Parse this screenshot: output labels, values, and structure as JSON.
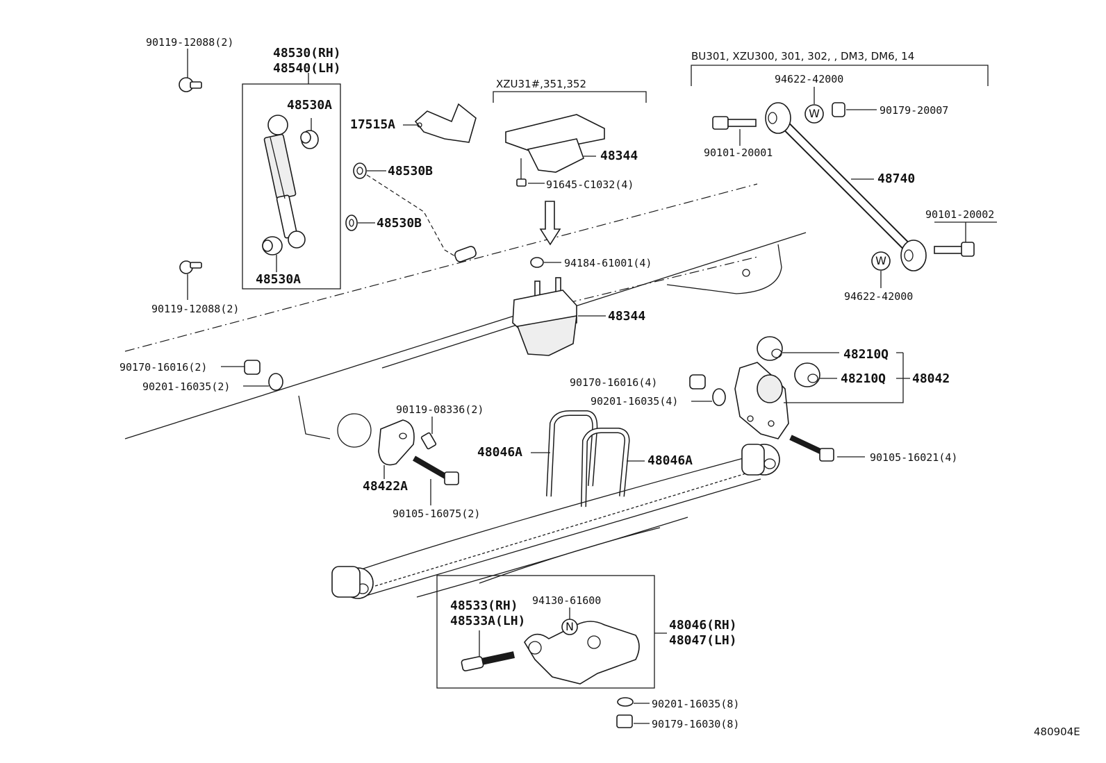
{
  "labels": {
    "p90119_12088_top": "90119-12088(2)",
    "p48530_rh": "48530(RH)",
    "p48540_lh": "48540(LH)",
    "p48530A_top": "48530A",
    "p48530A_bot": "48530A",
    "p90119_12088_bot": "90119-12088(2)",
    "p17515A": "17515A",
    "p48530B_top": "48530B",
    "p48530B_bot": "48530B",
    "note_xzu": "XZU31#,351,352",
    "p48344_top": "48344",
    "p91645": "91645-C1032(4)",
    "p94184": "94184-61001(4)",
    "p48344_mid": "48344",
    "note_bu": "BU301, XZU300, 301, 302, , DM3, DM6, 14",
    "p94622_top": "94622-42000",
    "p90179_20007": "90179-20007",
    "p90101_20001": "90101-20001",
    "p48740": "48740",
    "p90101_20002": "90101-20002",
    "p94622_bot": "94622-42000",
    "p90170_16016_left": "90170-16016(2)",
    "p90201_16035_left": "90201-16035(2)",
    "p90119_08336": "90119-08336(2)",
    "p48422A": "48422A",
    "p90105_16075": "90105-16075(2)",
    "p90170_16016_mid": "90170-16016(4)",
    "p90201_16035_mid": "90201-16035(4)",
    "p48046A_left": "48046A",
    "p48046A_right": "48046A",
    "p48210Q_a": "48210Q",
    "p48210Q_b": "48210Q",
    "p48042": "48042",
    "p90105_16021": "90105-16021(4)",
    "p48533_rh": "48533(RH)",
    "p48533A_lh": "48533A(LH)",
    "p94130": "94130-61600",
    "p48046_rh": "48046(RH)",
    "p48047_lh": "48047(LH)",
    "p90201_16035_bot": "90201-16035(8)",
    "p90179_16030": "90179-16030(8)",
    "ref_code": "480904E"
  },
  "marks": {
    "washer_w1": "W",
    "washer_w2": "W",
    "nut_n": "N"
  }
}
